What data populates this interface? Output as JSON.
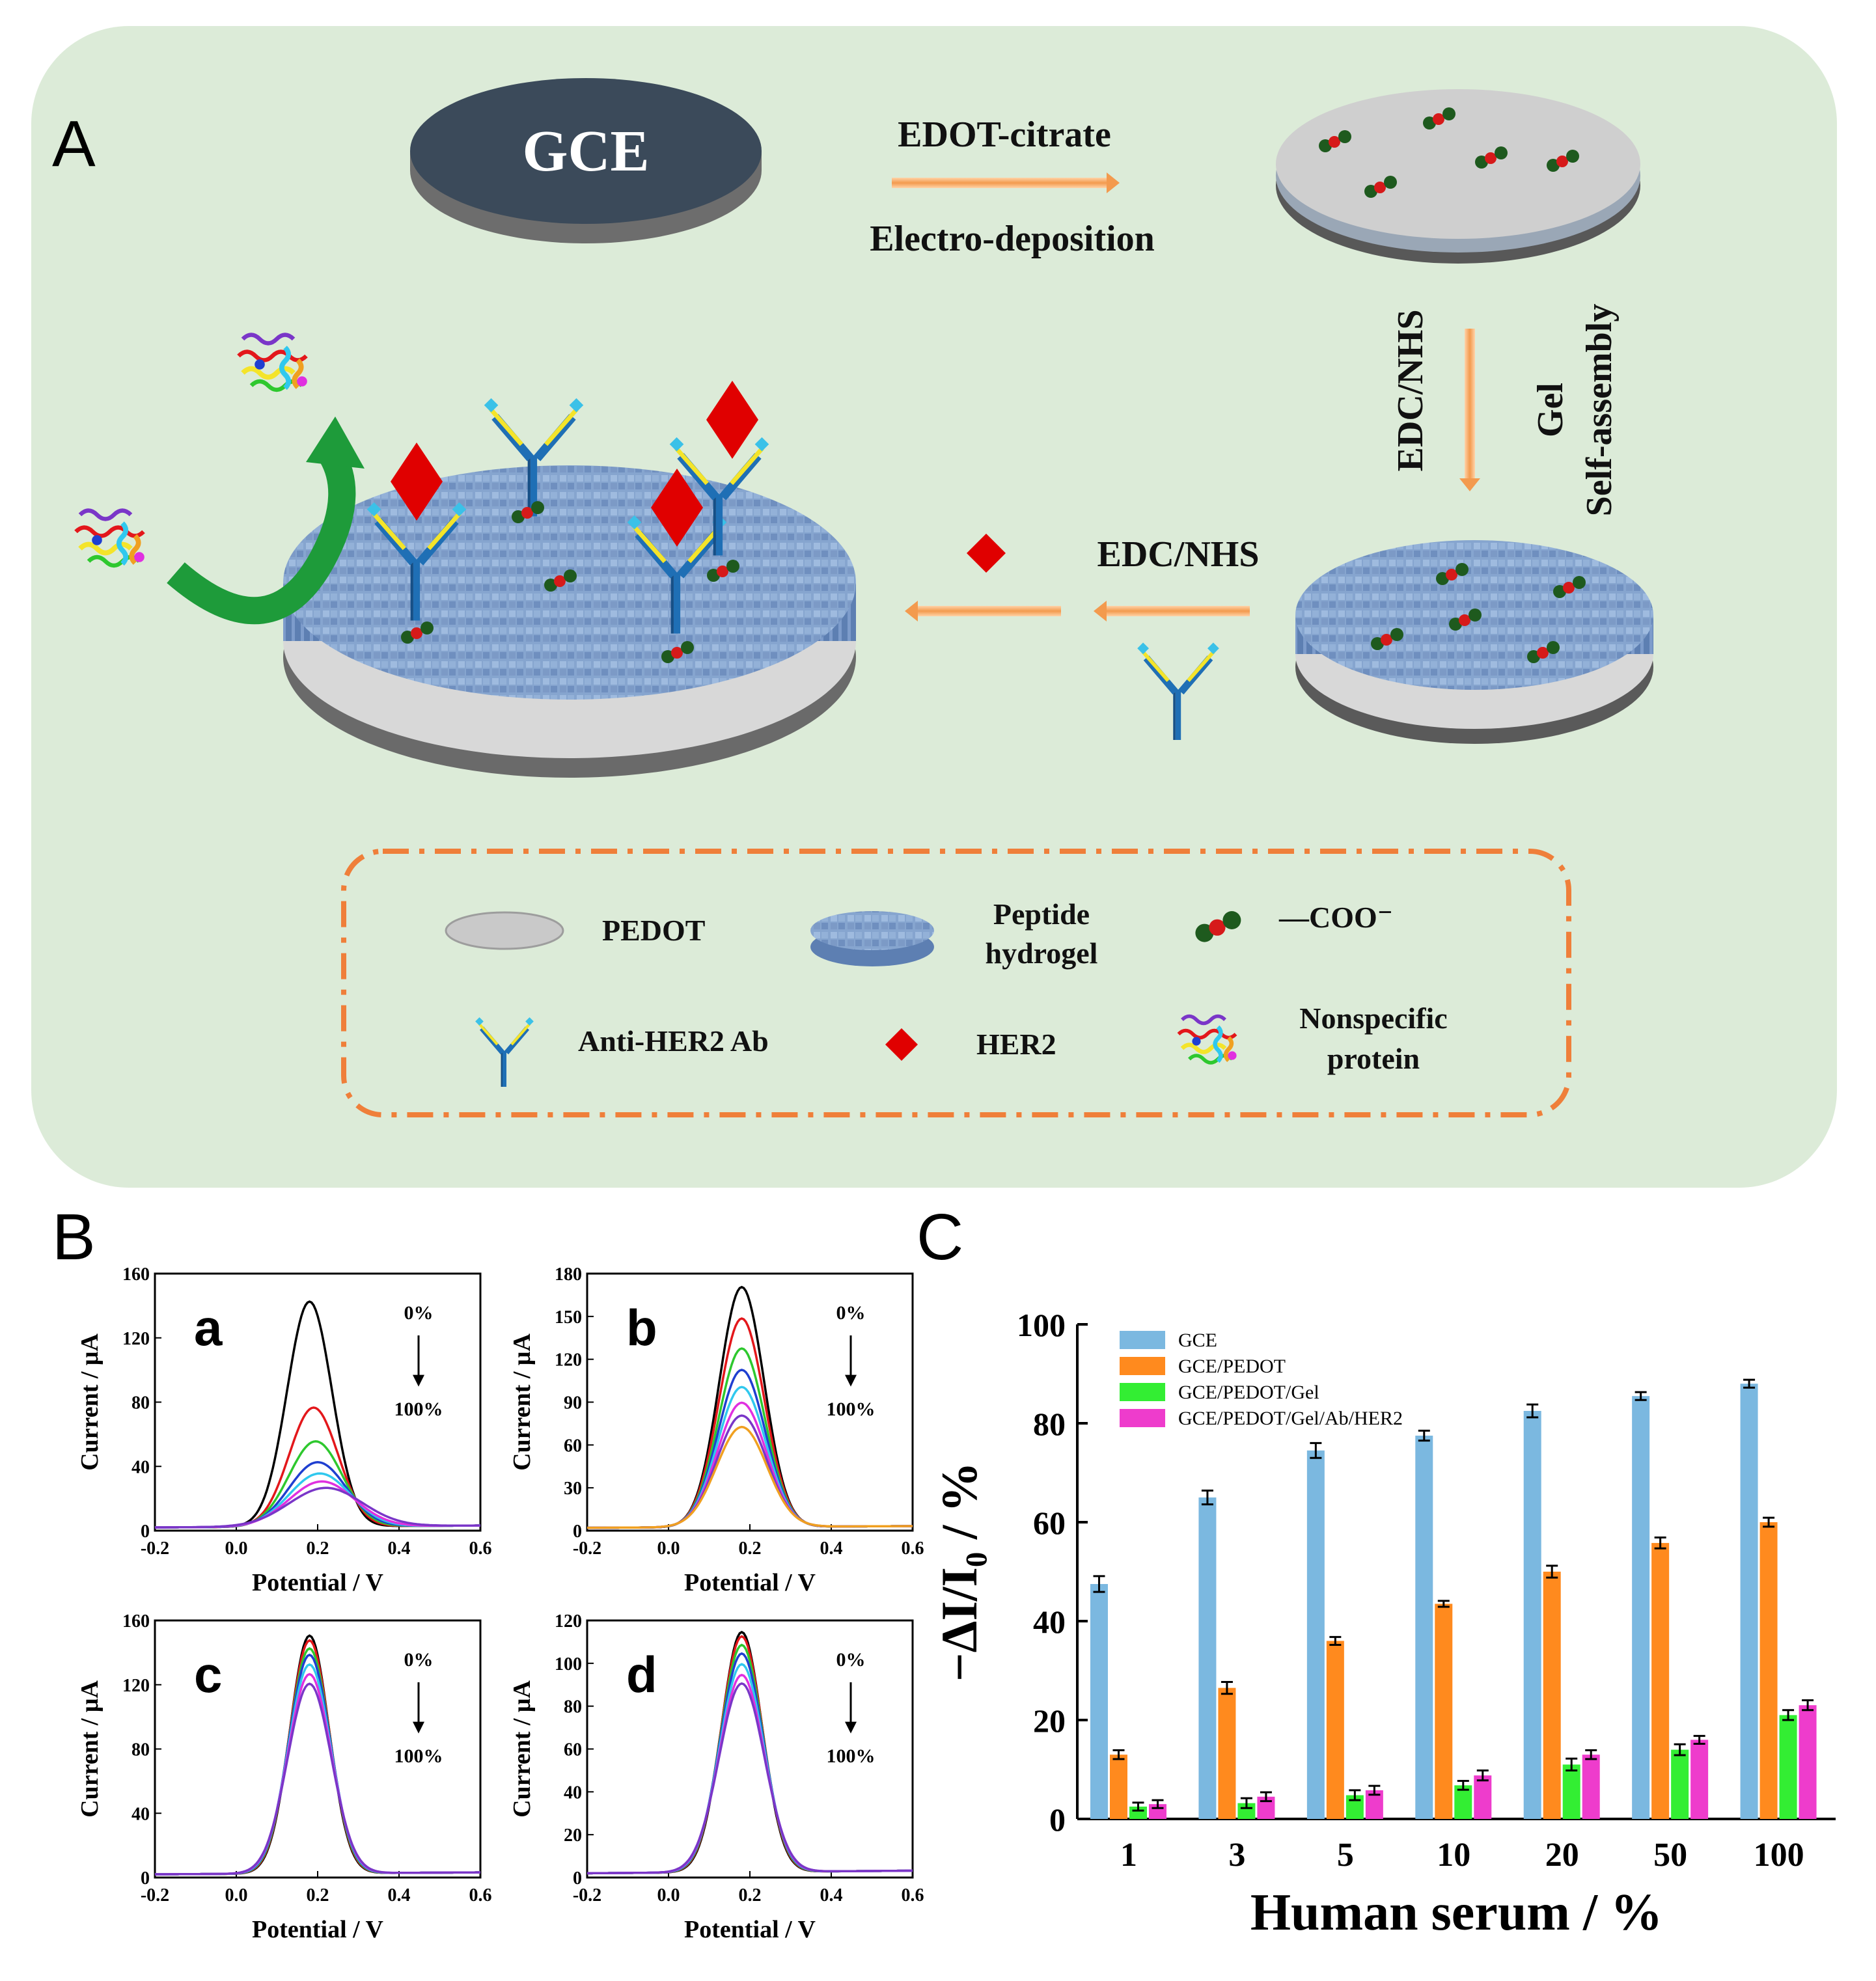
{
  "colors": {
    "panel_bg": "#dcebd8",
    "orange_arrow": "#f4a460",
    "dashed_box": "#ef7f3a",
    "gce_disk": "#3b4a5a",
    "pedot_disk": "#c9c9c9",
    "hydrogel": "#7f9cc7",
    "antibody_blue": "#1f6fb5",
    "antibody_tip": "#3bc1e8",
    "antibody_yellow": "#f4e42a",
    "her2_red": "#e00000",
    "coo_green": "#1e5a1e",
    "coo_red": "#d61a1a",
    "green_arrow": "#1e9b3a"
  },
  "panelA": {
    "label": "A",
    "gce_text": "GCE",
    "step1_top": "EDOT-citrate",
    "step1_bottom": "Electro-deposition",
    "step2_left": "EDC/NHS",
    "step2_right_1": "Gel",
    "step2_right_2": "Self-assembly",
    "step3_text": "EDC/NHS",
    "legend": {
      "pedot": "PEDOT",
      "hydrogel_1": "Peptide",
      "hydrogel_2": "hydrogel",
      "coo": "—COO⁻",
      "antibody": "Anti-HER2 Ab",
      "her2": "HER2",
      "protein_1": "Nonspecific",
      "protein_2": "protein"
    }
  },
  "panelB": {
    "label": "B",
    "subplots": [
      {
        "letter": "a",
        "ymax": 160,
        "yticks": [
          0,
          40,
          80,
          120,
          160
        ],
        "peaks": [
          140,
          74,
          53,
          40,
          33,
          28,
          24
        ],
        "widths": [
          0.055,
          0.06,
          0.065,
          0.07,
          0.075,
          0.08,
          0.09
        ],
        "shift": [
          0,
          0.01,
          0.015,
          0.02,
          0.025,
          0.03,
          0.04
        ]
      },
      {
        "letter": "b",
        "ymax": 180,
        "yticks": [
          0,
          30,
          60,
          90,
          120,
          150,
          180
        ],
        "peaks": [
          168,
          146,
          125,
          110,
          98,
          87,
          78,
          70
        ],
        "widths": [
          0.055,
          0.056,
          0.057,
          0.058,
          0.059,
          0.06,
          0.061,
          0.062
        ],
        "shift": [
          0,
          0,
          0,
          0,
          0,
          0,
          0,
          0
        ]
      },
      {
        "letter": "c",
        "ymax": 160,
        "yticks": [
          0,
          40,
          80,
          120,
          160
        ],
        "peaks": [
          148,
          145,
          140,
          136,
          130,
          124,
          118
        ],
        "widths": [
          0.048,
          0.049,
          0.05,
          0.051,
          0.052,
          0.053,
          0.054
        ],
        "shift": [
          0,
          0,
          0,
          0,
          0,
          0,
          0
        ]
      },
      {
        "letter": "d",
        "ymax": 120,
        "yticks": [
          0,
          20,
          40,
          60,
          80,
          100,
          120
        ],
        "peaks": [
          112,
          110,
          106,
          102,
          97,
          92,
          88
        ],
        "widths": [
          0.05,
          0.051,
          0.052,
          0.053,
          0.054,
          0.055,
          0.056
        ],
        "shift": [
          0,
          0,
          0,
          0,
          0,
          0,
          0
        ]
      }
    ],
    "xticks": [
      "-0.2",
      "0.0",
      "0.2",
      "0.4",
      "0.6"
    ],
    "xlabel": "Potential / V",
    "ylabel": "Current / μA",
    "arrow_top": "0%",
    "arrow_bottom": "100%",
    "curve_colors": [
      "#000000",
      "#e3171b",
      "#2ec82e",
      "#1f3fd0",
      "#30c8ee",
      "#e030e0",
      "#7a36c8",
      "#f0a020"
    ]
  },
  "chart_data": {
    "type": "bar",
    "panel_label": "C",
    "categories": [
      "1",
      "3",
      "5",
      "10",
      "20",
      "50",
      "100"
    ],
    "xlabel": "Human serum / %",
    "ylabel": "−ΔI/I₀ / %",
    "ylim": [
      0,
      100
    ],
    "yticks": [
      0,
      20,
      40,
      60,
      80,
      100
    ],
    "legend_position": "top-left",
    "series": [
      {
        "name": "GCE",
        "color": "#7bb8e0",
        "values": [
          47.5,
          65,
          74.5,
          77.5,
          82.5,
          85.5,
          88
        ],
        "err": [
          1.6,
          1.4,
          1.5,
          1.0,
          1.3,
          0.8,
          0.8
        ]
      },
      {
        "name": "GCE/PEDOT",
        "color": "#ff8a1e",
        "values": [
          13,
          26.5,
          36,
          43.5,
          50,
          55.8,
          60
        ],
        "err": [
          0.9,
          1.2,
          0.8,
          0.6,
          1.2,
          1.1,
          0.9
        ]
      },
      {
        "name": "GCE/PEDOT/Gel",
        "color": "#33ee33",
        "values": [
          2.5,
          3.2,
          4.8,
          6.8,
          11,
          14,
          21
        ],
        "err": [
          0.8,
          1.0,
          1.0,
          0.9,
          1.2,
          1.1,
          1.0
        ]
      },
      {
        "name": "GCE/PEDOT/Gel/Ab/HER2",
        "color": "#ee3ccc",
        "values": [
          3,
          4.5,
          5.8,
          8.8,
          13,
          16,
          23
        ],
        "err": [
          0.8,
          0.9,
          0.9,
          1.0,
          0.9,
          0.8,
          1.0
        ]
      }
    ]
  }
}
